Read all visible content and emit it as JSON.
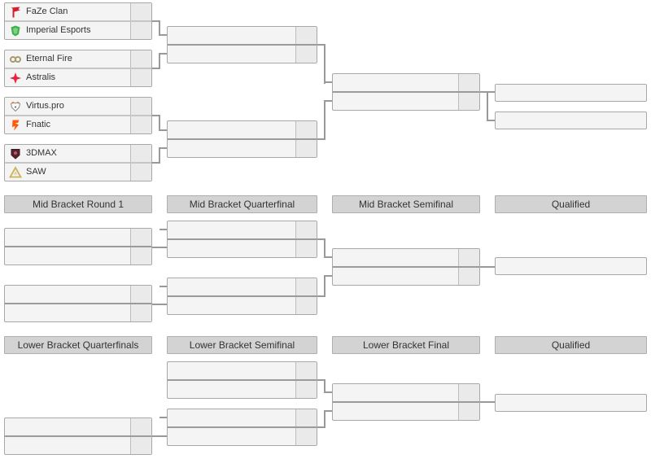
{
  "bracket": {
    "upper": {
      "matches": [
        {
          "team1": "FaZe Clan",
          "team2": "Imperial Esports"
        },
        {
          "team1": "Eternal Fire",
          "team2": "Astralis"
        },
        {
          "team1": "Virtus.pro",
          "team2": "Fnatic"
        },
        {
          "team1": "3DMAX",
          "team2": "SAW"
        }
      ]
    },
    "mid": {
      "headers": {
        "round1": "Mid Bracket Round 1",
        "quarterfinal": "Mid Bracket Quarterfinal",
        "semifinal": "Mid Bracket Semifinal",
        "qualified": "Qualified"
      }
    },
    "lower": {
      "headers": {
        "quarterfinals": "Lower Bracket Quarterfinals",
        "semifinal": "Lower Bracket Semifinal",
        "final": "Lower Bracket Final",
        "qualified": "Qualified"
      }
    }
  },
  "logo_colors": {
    "faze_clan": "#d21f2b",
    "imperial_esports": "#3eb44a",
    "eternal_fire": "#a79a6c",
    "astralis": "#e4243d",
    "virtus_pro": "#ff6b00",
    "fnatic": "#ff5a09",
    "3dmax": "#56242c",
    "saw": "#c9b258"
  },
  "colors": {
    "box_fill": "#f4f4f4",
    "score_cell_fill": "#eaeaea",
    "box_border": "#a8a8a8",
    "empty_match_divider": "#9b9b9b",
    "team_match_divider": "#c6c6c6",
    "connector": "#999999",
    "header_fill": "#d3d3d3",
    "header_border": "#aeaeae",
    "text": "#333333"
  }
}
